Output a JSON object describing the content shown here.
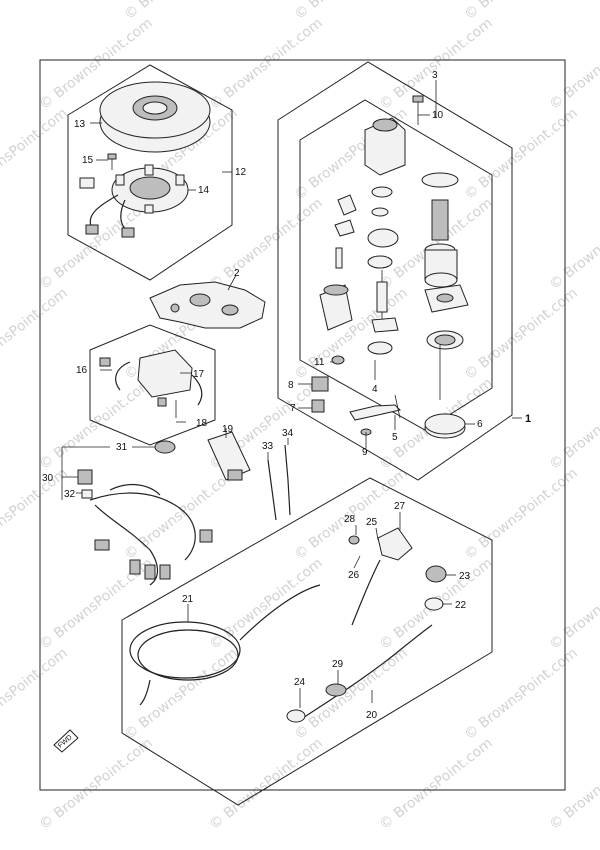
{
  "watermark": {
    "text": "© BrownsPoint.com"
  },
  "fwd_label": "FWD",
  "callouts": [
    "1",
    "2",
    "3",
    "4",
    "5",
    "6",
    "8",
    "7",
    "9",
    "10",
    "11",
    "12",
    "13",
    "14",
    "15",
    "16",
    "17",
    "18",
    "19",
    "20",
    "21",
    "22",
    "23",
    "24",
    "25",
    "26",
    "27",
    "28",
    "29",
    "30",
    "31",
    "32",
    "33",
    "34"
  ]
}
